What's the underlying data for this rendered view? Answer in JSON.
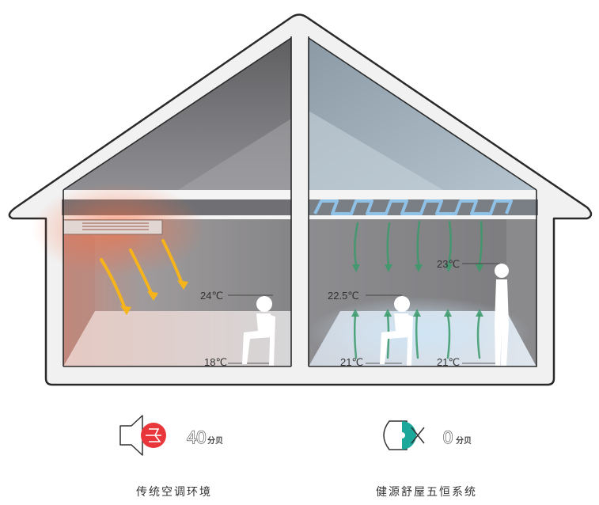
{
  "left_room": {
    "temp_ceiling": "24℃",
    "temp_floor": "18℃",
    "noise_value": "40",
    "noise_unit": "分贝",
    "caption": "传统空调环境",
    "noise_icon": "speaker-loud-icon"
  },
  "right_room": {
    "temp_ceiling_near": "22.5℃",
    "temp_floor_near": "21℃",
    "temp_ceiling_far": "23℃",
    "temp_floor_far": "21℃",
    "noise_value": "0",
    "noise_unit": "分贝",
    "caption": "健源舒屋五恒系统",
    "noise_icon": "speaker-muted-icon"
  },
  "colors": {
    "warm_arrow": "#f5b31c",
    "cool_arrow": "#3a9a6a",
    "noise_red": "#e8363a",
    "silent_teal": "#1ba89a",
    "radiant_panel": "#8fc1e6"
  }
}
